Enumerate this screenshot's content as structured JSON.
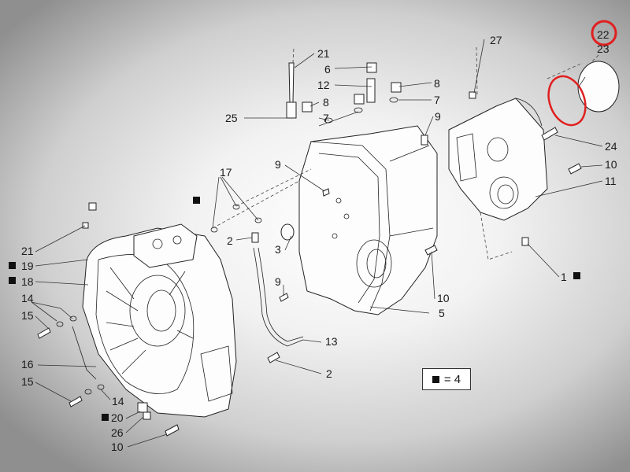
{
  "callouts": {
    "c22": "22",
    "c23": "23",
    "c27": "27",
    "c21top": "21",
    "c6": "6",
    "c12": "12",
    "c8a": "8",
    "c8b": "8",
    "c7a": "7",
    "c7b": "7",
    "c25": "25",
    "c9a": "9",
    "c9b": "9",
    "c9c": "9",
    "c24": "24",
    "c10a": "10",
    "c11": "11",
    "c17": "17",
    "c2a": "2",
    "c3": "3",
    "c1": "1",
    "c10b": "10",
    "c5": "5",
    "c13": "13",
    "c2b": "2",
    "c21left": "21",
    "c19": "19",
    "c18": "18",
    "c14a": "14",
    "c15a": "15",
    "c16": "16",
    "c15b": "15",
    "c14b": "14",
    "c20": "20",
    "c26": "26",
    "c10c": "10"
  },
  "legend": {
    "label": "= 4"
  },
  "colors": {
    "highlight": "#e02020",
    "ink": "#1a1a1a"
  }
}
